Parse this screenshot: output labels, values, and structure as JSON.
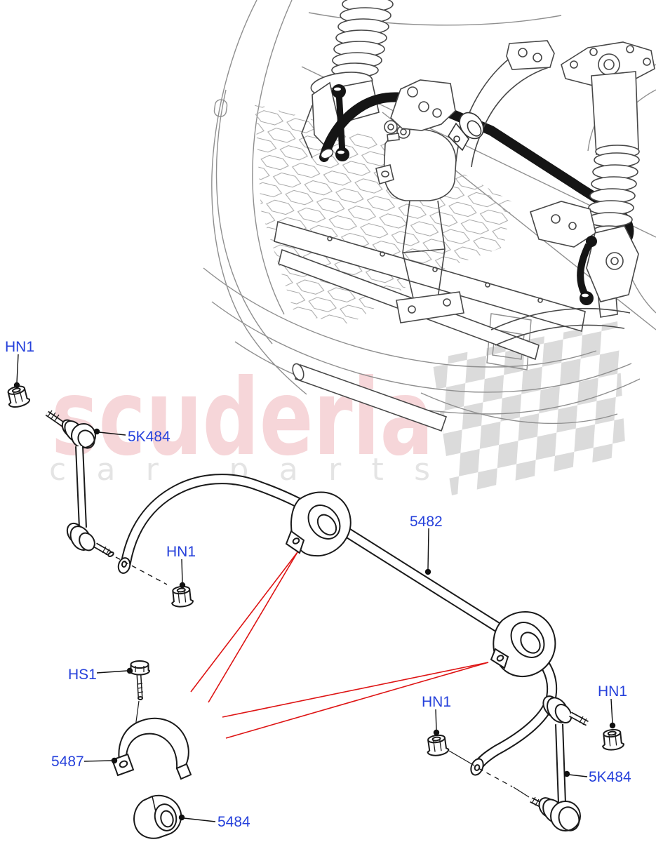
{
  "watermark": {
    "brand": "scuderia",
    "tagline": "car parts",
    "brand_color": "#F6D6D9",
    "tagline_color": "#E4E4E4",
    "flag_color": "#DBDBDB"
  },
  "callouts": {
    "upper_link_nut": "HN1",
    "upper_link": "5K484",
    "lower_link_nut": "HN1",
    "stabilizer_bar": "5482",
    "bracket_bolt": "HS1",
    "bracket": "5487",
    "bushing": "5484",
    "right_link_upper_nut": "HN1",
    "right_link_top_nut": "HN1",
    "right_link": "5K484"
  },
  "colors": {
    "label_text": "#2540DB",
    "leader_line": "#1A1A1A",
    "highlight_line": "#DE1414",
    "part_outline": "#1A1A1A",
    "body_line": "#8F8F8F",
    "installed_bar": "#151515"
  }
}
